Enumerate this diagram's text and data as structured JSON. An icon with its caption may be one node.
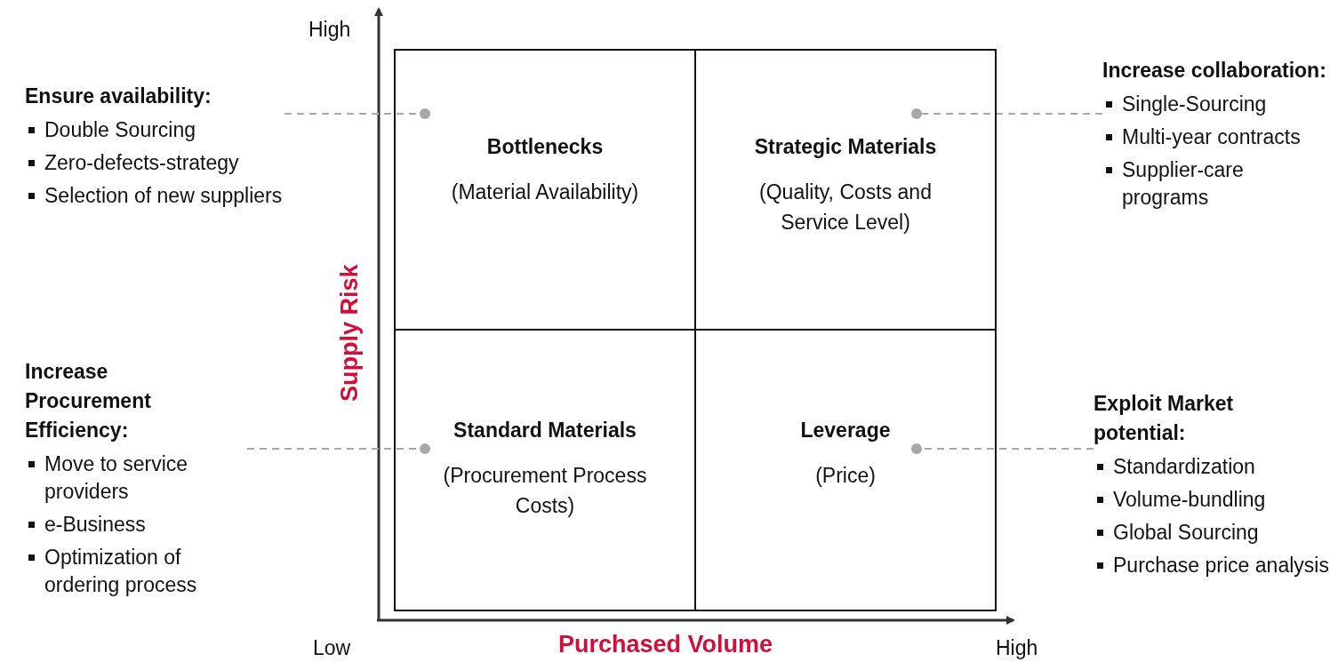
{
  "diagram": {
    "nodes": [
      {
        "text": [
          "Ensure availability:",
          "Double Sourcing",
          "Zero-defects-strategy",
          "Selection of new suppliers"
        ]
      },
      {
        "text": [
          "Increase collaboration:",
          "Single-Sourcing",
          "Multi-year contracts",
          "Supplier-care programs"
        ]
      },
      {
        "text": [
          "Bottlenecks",
          "(Material Availability)"
        ]
      },
      {
        "text": [
          "Strategic Materials",
          "(Quality, Costs and Service Level)"
        ]
      },
      {
        "text": [],
        "shape": "circle",
        "in": 2
      },
      {
        "text": [],
        "shape": "circle",
        "in": 3
      },
      {
        "text": [
          "Increase Procurement Efficiency:",
          "Move to service providers",
          "e-Business",
          "Optimization of ordering process"
        ]
      },
      {
        "text": [
          "Exploit Market potential:",
          "Standardization",
          "Volume-bundling",
          "Global Sourcing",
          "Purchase price analysis"
        ]
      },
      {
        "text": [
          "Standard Materials",
          "(Procurement Process Costs)"
        ]
      },
      {
        "text": [
          "Leverage",
          "(Price)"
        ]
      },
      {
        "text": [],
        "shape": "circle",
        "in": 8
      },
      {
        "text": [],
        "shape": "circle",
        "in": 9
      }
    ],
    "edges": [
      {
        "from": 0,
        "to": 4,
        "arrow": "none",
        "style": "dashed"
      },
      {
        "from": 1,
        "to": 5,
        "arrow": "none",
        "style": "dashed"
      },
      {
        "from": 6,
        "to": 10,
        "arrow": "none",
        "style": "dashed"
      },
      {
        "from": 7,
        "to": 11,
        "arrow": "none",
        "style": "dashed"
      }
    ],
    "labels": [
      "High",
      "Supply Risk",
      "Low",
      "Purchased Volume",
      "High"
    ]
  }
}
